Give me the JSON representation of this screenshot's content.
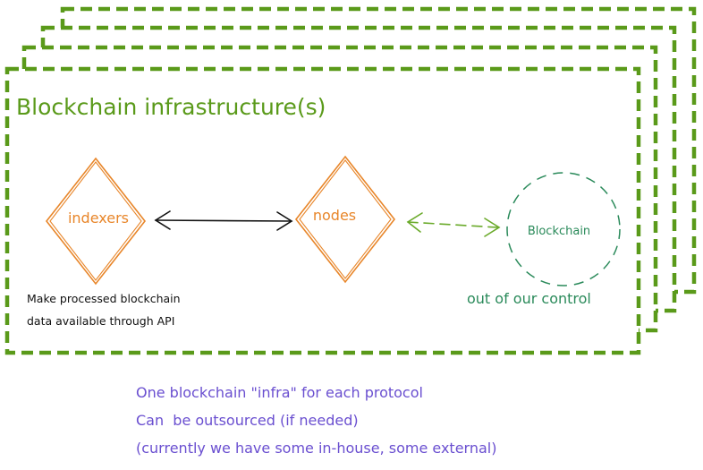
{
  "title": "Blockchain infrastructure(s)",
  "nodes": {
    "indexers": "indexers",
    "nodes": "nodes",
    "blockchain": "Blockchain"
  },
  "annotations": {
    "indexers_desc_line1": "Make processed blockchain",
    "indexers_desc_line2": "data available through API",
    "out_of_control": "out of our control"
  },
  "notes": [
    "One blockchain \"infra\" for each protocol",
    "Can  be outsourced (if needed)",
    "(currently we have some in-house, some external)"
  ],
  "colors": {
    "frame_green": "#5a9a1a",
    "title_green": "#5a9a1a",
    "orange": "#e8862a",
    "dark_green": "#2a8a5a",
    "arrow_green": "#6aaa2a",
    "purple": "#6a4fd0",
    "black": "#111111"
  }
}
